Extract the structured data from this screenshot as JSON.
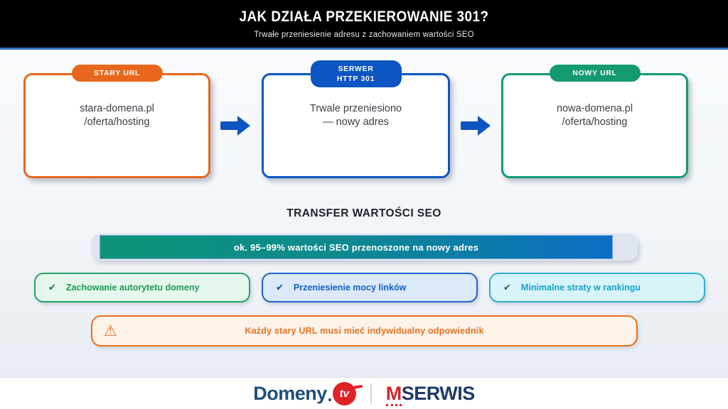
{
  "header": {
    "title": "JAK DZIAŁA PRZEKIEROWANIE 301?",
    "subtitle": "Trwałe przeniesienie adresu z zachowaniem wartości SEO"
  },
  "flow": {
    "steps": [
      {
        "badge": "STARY URL",
        "badge_line2": "",
        "lines": [
          "stara-domena.pl",
          "/oferta/hosting"
        ],
        "accent_color": "#E8671C"
      },
      {
        "badge": "SERWER",
        "badge_line2": "HTTP 301",
        "lines": [
          "Trwale przeniesiono",
          "— nowy adres"
        ],
        "accent_color": "#0D55C0"
      },
      {
        "badge": "NOWY URL",
        "badge_line2": "",
        "lines": [
          "nowa-domena.pl",
          "/oferta/hosting"
        ],
        "accent_color": "#149A72"
      }
    ],
    "arrow_color": "#0C55C2"
  },
  "transfer": {
    "heading": "TRANSFER WARTOŚCI SEO",
    "bar_label": "ok. 95–99% wartości SEO przenoszone na nowy adres",
    "fill_percent_approx": 95,
    "gradient_start": "#0F9377",
    "gradient_end": "#0B6EC5",
    "track_color": "#DFE5EE"
  },
  "benefits": [
    {
      "label": "Zachowanie autorytetu domeny",
      "accent_color": "#28A266"
    },
    {
      "label": "Przeniesienie mocy linków",
      "accent_color": "#2063C5"
    },
    {
      "label": "Minimalne straty w rankingu",
      "accent_color": "#30AFCC"
    }
  ],
  "warning": {
    "text": "Każdy stary URL musi mieć indywidualny odpowiednik",
    "accent_color": "#E8701F"
  },
  "icons": {
    "check": "✔",
    "warning": "⚠",
    "arrow": "➜"
  },
  "footer": {
    "domeny_word": "Domeny",
    "domeny_tld": "tv",
    "mserwis_m": "M",
    "mserwis_rest": "SERWIS"
  }
}
